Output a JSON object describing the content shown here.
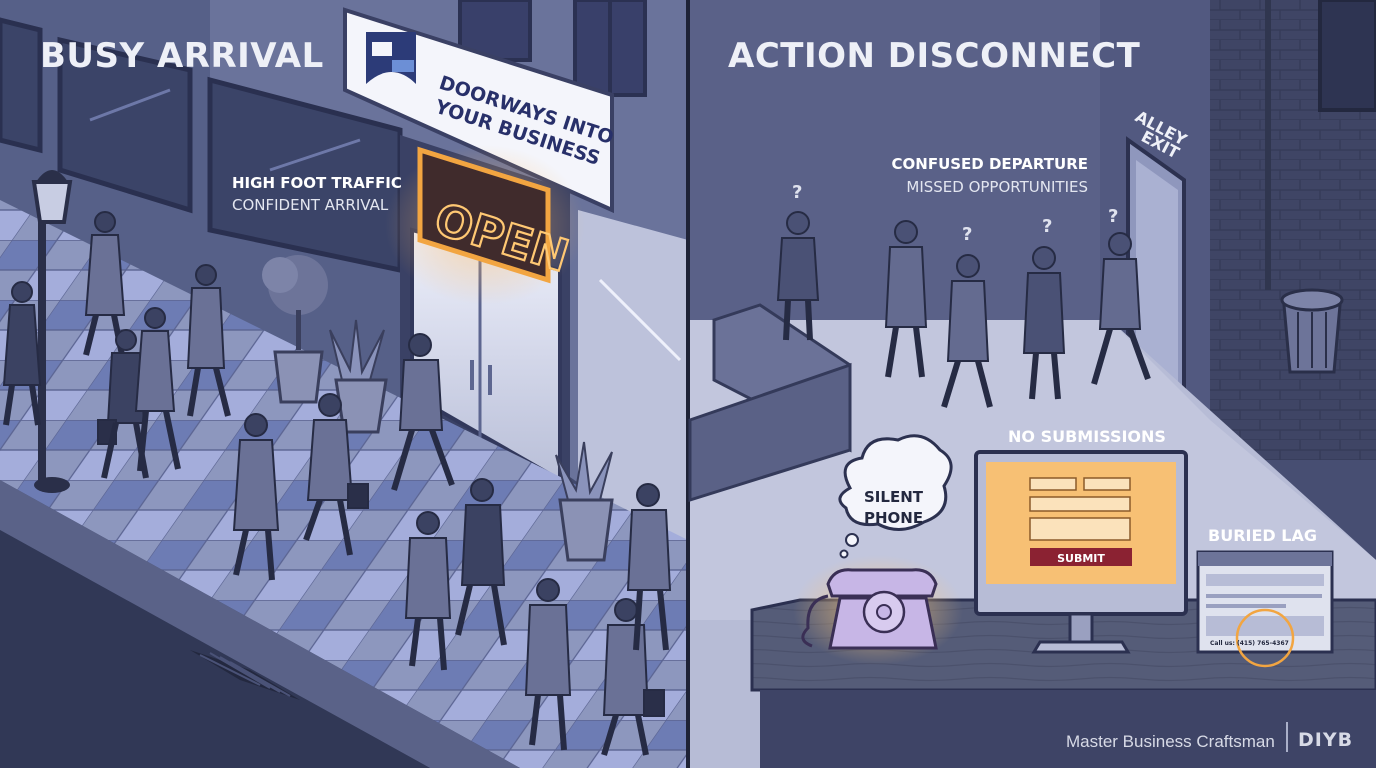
{
  "left_panel": {
    "title": "BUSY ARRIVAL",
    "caption_strong": "HIGH FOOT TRAFFIC",
    "caption_soft": "CONFIDENT ARRIVAL",
    "sign_text_line1": "DOORWAYS INTO",
    "sign_text_line2": "YOUR BUSINESS",
    "open_sign": "OPEN"
  },
  "right_panel": {
    "title": "ACTION DISCONNECT",
    "caption_strong": "CONFUSED DEPARTURE",
    "caption_soft": "MISSED OPPORTUNITIES",
    "alley_exit_line1": "ALLEY",
    "alley_exit_line2": "EXIT",
    "no_submissions": "NO SUBMISSIONS",
    "submit_button": "SUBMIT",
    "silent_phone_line1": "SILENT",
    "silent_phone_line2": "PHONE",
    "buried_lag": "BURIED LAG",
    "call_text": "Call us: (415) 765-4367"
  },
  "footer": {
    "credit": "Master Business Craftsman",
    "brand": "DIYB"
  },
  "colors": {
    "night_blue": "#3d4468",
    "neon_orange": "#f2a541",
    "screen_orange": "#f7c074",
    "submit_red": "#8b2232",
    "phone_lilac": "#c7b6e6"
  },
  "icons": [
    "street-lamp-icon",
    "potted-tree-icon",
    "agave-plant-icon",
    "rotary-phone-icon",
    "computer-monitor-icon",
    "trash-can-icon",
    "storm-drain-icon",
    "question-mark-icon",
    "business-logo-icon"
  ]
}
